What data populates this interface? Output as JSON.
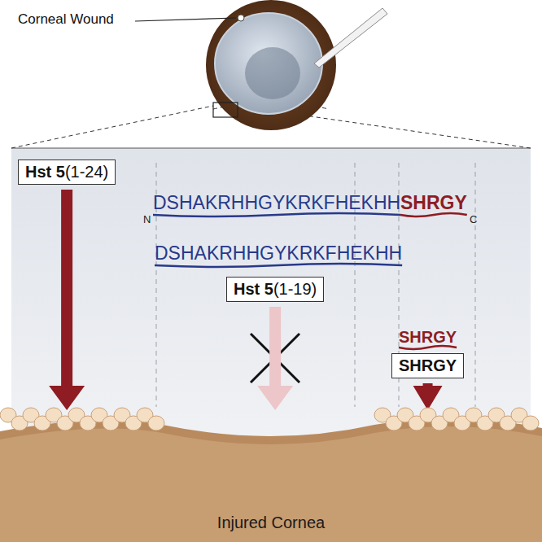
{
  "diagram": {
    "nodes": [
      {
        "text": [
          "Hst 5(1-24)"
        ]
      },
      {
        "text": [
          "Hst 5(1-19)"
        ]
      },
      {
        "text": [
          "SHRGY"
        ]
      },
      {
        "text": [
          "Injured Cornea"
        ]
      }
    ],
    "edges": [
      {
        "from": 0,
        "to": 3,
        "arrow": "to"
      },
      {
        "from": 1,
        "to": 3,
        "arrow": "to"
      },
      {
        "from": 2,
        "to": 3,
        "arrow": "to"
      }
    ],
    "labels": [
      "Corneal Wound",
      "N",
      "DSHAKRHHGYKRKFHEKHH",
      "SHRGY",
      "C",
      "DSHAKRHHGYKRKFHEKHH",
      "SHRGY"
    ]
  }
}
